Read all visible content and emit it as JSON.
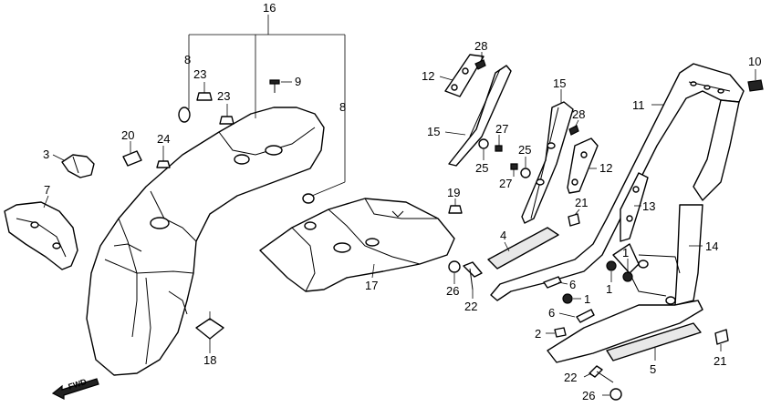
{
  "diagram": {
    "callouts": {
      "c16": "16",
      "c8a": "8",
      "c8b": "8",
      "c23a": "23",
      "c23b": "23",
      "c9": "9",
      "c20": "20",
      "c24": "24",
      "c3": "3",
      "c7": "7",
      "c18": "18",
      "c17": "17",
      "c19": "19",
      "c26a": "26",
      "c22a": "22",
      "c12a": "12",
      "c28a": "28",
      "c15a": "15",
      "c25a": "25",
      "c27a": "27",
      "c15b": "15",
      "c28b": "28",
      "c25b": "25",
      "c27b": "27",
      "c12b": "12",
      "c21a": "21",
      "c4": "4",
      "c6a": "6",
      "c1a": "1",
      "c6b": "6",
      "c2": "2",
      "c1b": "1",
      "c1c": "1",
      "c13": "13",
      "c11": "11",
      "c10": "10",
      "c14": "14",
      "c5": "5",
      "c21b": "21",
      "c22b": "22",
      "c26b": "26"
    },
    "fwd_label": "FWD"
  }
}
